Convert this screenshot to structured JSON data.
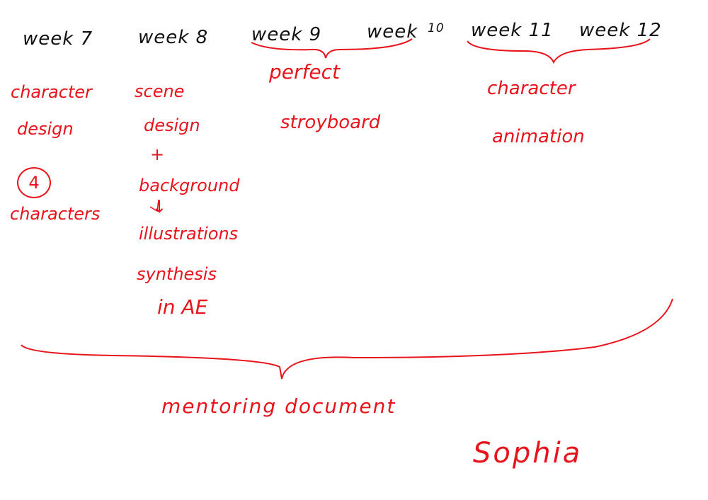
{
  "weeks": [
    "week 7",
    "week 8",
    "week 9",
    "week",
    "10",
    "week 11",
    "week 12"
  ],
  "week7": {
    "lines": [
      "character",
      "design",
      "4",
      "characters"
    ]
  },
  "week8": {
    "lines": [
      "scene",
      "design",
      "+",
      "background",
      "↓",
      "illustrations",
      "synthesis",
      "in AE"
    ]
  },
  "week9_10": {
    "lines": [
      "perfect",
      "stroyboard"
    ]
  },
  "week11_12": {
    "lines": [
      "character",
      "animation"
    ]
  },
  "footer": {
    "label": "mentoring document",
    "signature": "Sophia"
  },
  "colors": {
    "ink_black": "#111111",
    "ink_red": "#e8141c"
  }
}
